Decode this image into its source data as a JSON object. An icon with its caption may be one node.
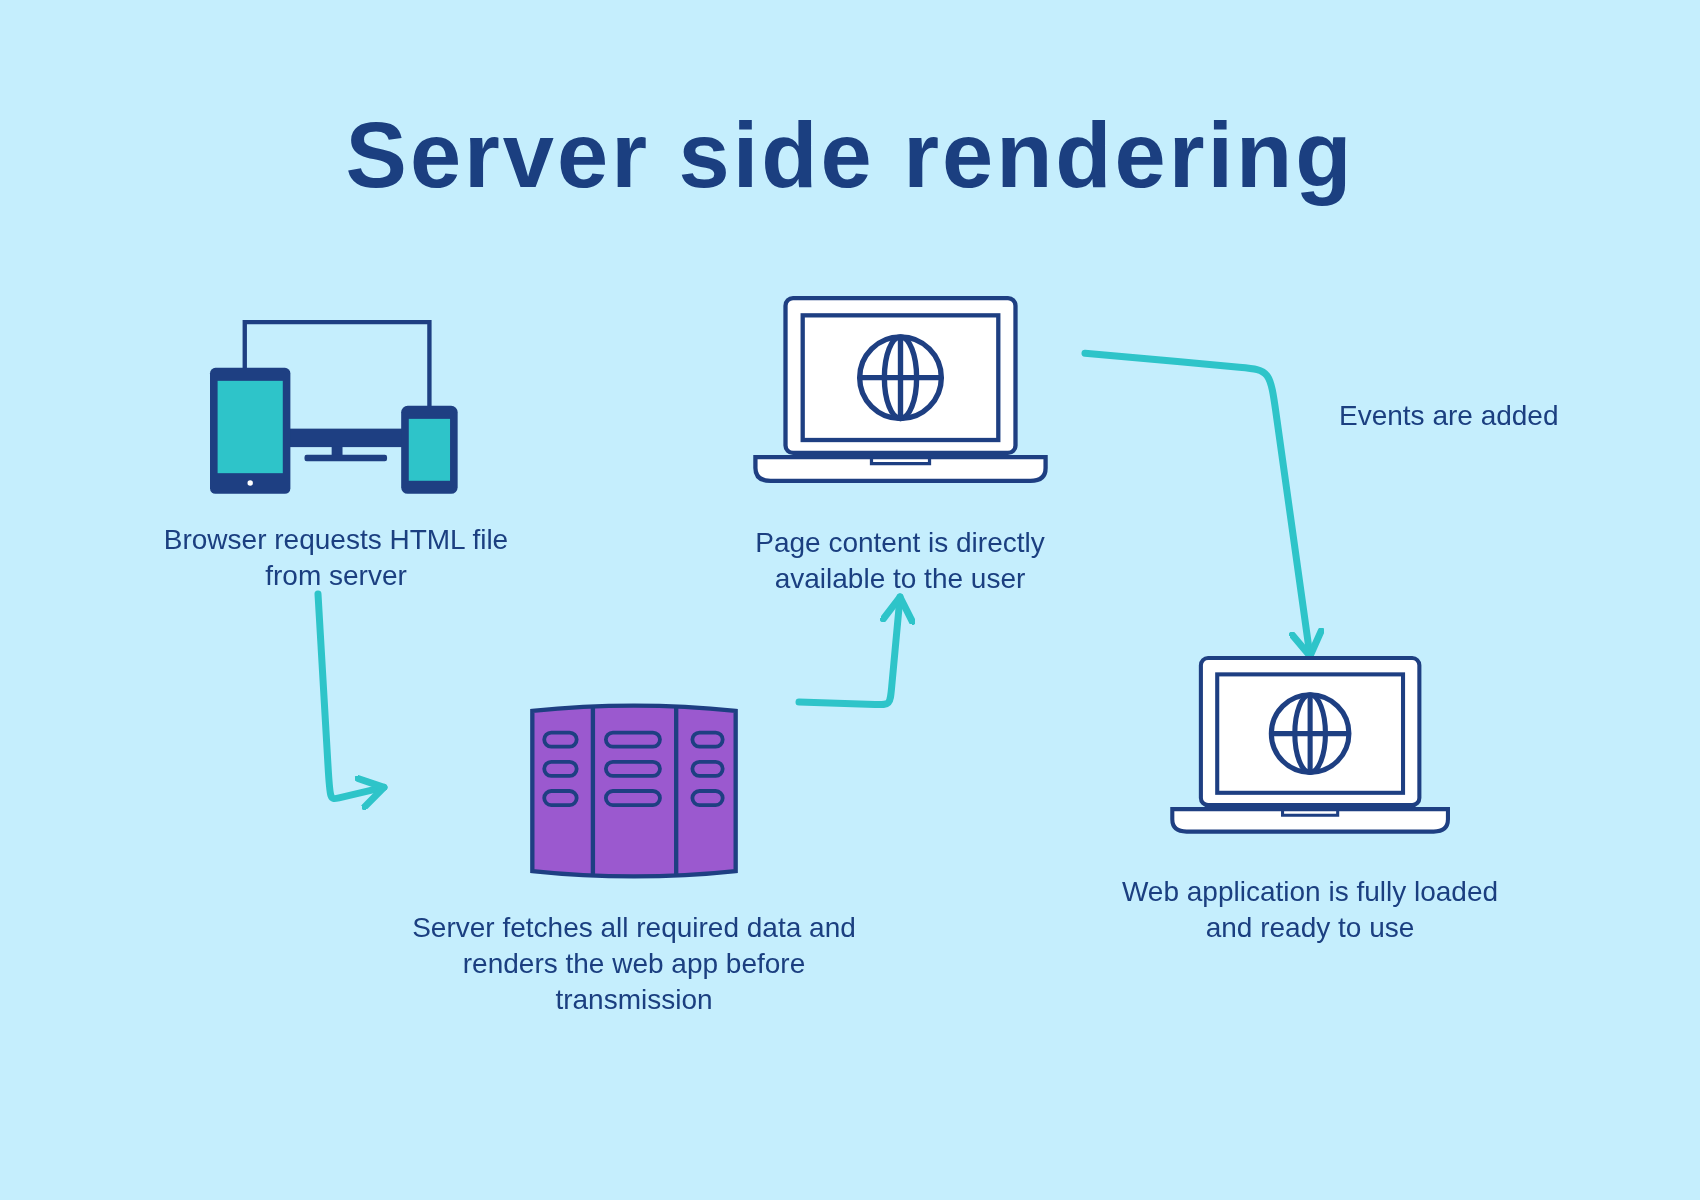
{
  "diagram": {
    "title": "Server side rendering",
    "nodes": [
      {
        "text": [
          "Browser requests HTML file from server"
        ]
      },
      {
        "text": [
          "Server fetches all required data and renders the web app before transmission"
        ]
      },
      {
        "text": [
          "Page content is directly available to the user"
        ]
      },
      {
        "text": [
          "Web application is fully loaded and ready to use"
        ]
      }
    ],
    "edges": [
      {
        "from": 0,
        "to": 1,
        "arrow": "to"
      },
      {
        "from": 1,
        "to": 2,
        "arrow": "to"
      },
      {
        "from": 2,
        "to": 3,
        "arrow": "to",
        "label": "Events are added"
      }
    ]
  }
}
